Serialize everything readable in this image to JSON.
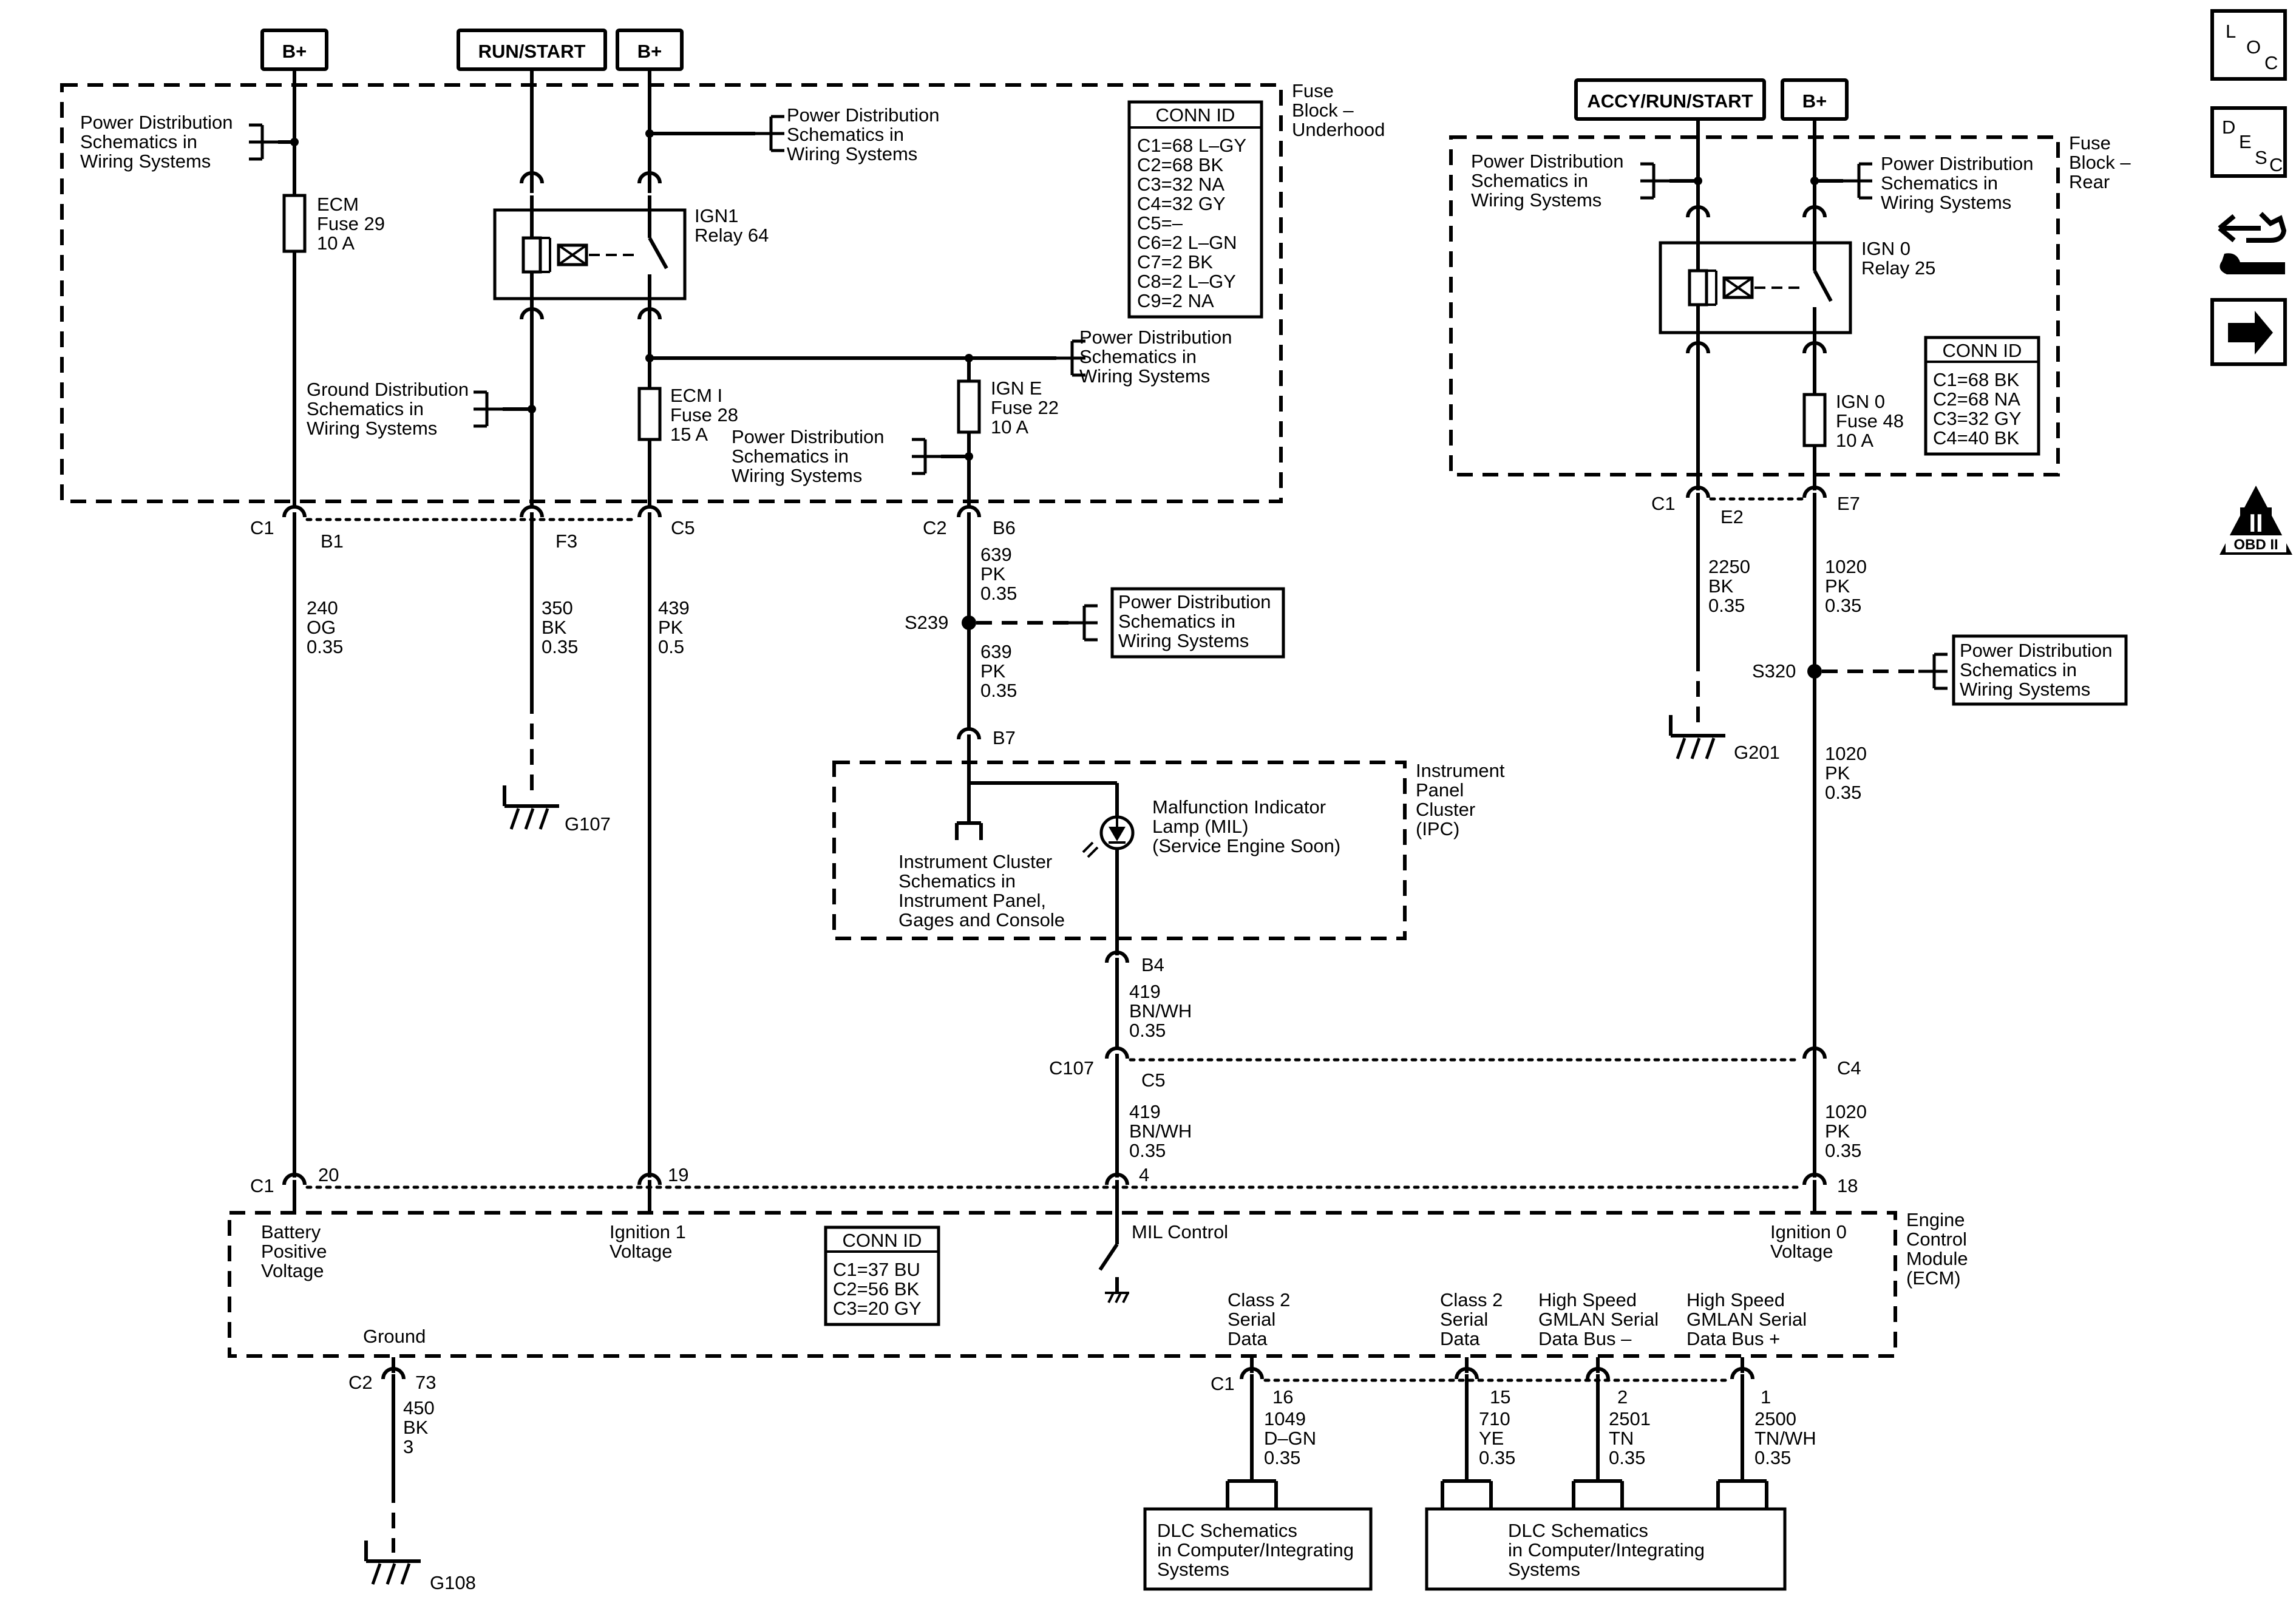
{
  "supplies": {
    "bplus": "B+",
    "run_start": "RUN/START",
    "accy_run_start": "ACCY/RUN/START"
  },
  "blocks": {
    "fuse_underhood": [
      "Fuse",
      "Block –",
      "Underhood"
    ],
    "fuse_rear": [
      "Fuse",
      "Block –",
      "Rear"
    ],
    "ipc": [
      "Instrument",
      "Panel",
      "Cluster",
      "(IPC)"
    ],
    "ecm": [
      "Engine",
      "Control",
      "Module",
      "(ECM)"
    ]
  },
  "refs": {
    "power_dist": [
      "Power Distribution",
      "Schematics in",
      "Wiring  Systems"
    ],
    "ground_dist": [
      "Ground Distribution",
      "Schematics in",
      "Wiring Systems"
    ],
    "ipc_sch": [
      "Instrument Cluster",
      "Schematics in",
      "Instrument Panel,",
      "Gages and Console"
    ],
    "dlc": [
      "DLC Schematics",
      "in Computer/Integrating",
      "Systems"
    ]
  },
  "components": {
    "ecm_fuse": [
      "ECM",
      "Fuse 29",
      "10 A"
    ],
    "ign1_relay": [
      "IGN1",
      "Relay 64"
    ],
    "ecm_i_fuse": [
      "ECM I",
      "Fuse 28",
      "15 A"
    ],
    "ign_e_fuse": [
      "IGN E",
      "Fuse 22",
      "10 A"
    ],
    "ign0_relay": [
      "IGN 0",
      "Relay 25"
    ],
    "ign0_fuse": [
      "IGN 0",
      "Fuse 48",
      "10 A"
    ],
    "mil": [
      "Malfunction Indicator",
      "Lamp (MIL)",
      "(Service Engine Soon)"
    ]
  },
  "conn_ids": {
    "title": "CONN ID",
    "underhood": [
      "C1=68 L–GY",
      "C2=68 BK",
      "C3=32 NA",
      "C4=32 GY",
      "C5=–",
      "C6=2 L–GN",
      "C7=2 BK",
      "C8=2 L–GY",
      "C9=2 NA"
    ],
    "rear": [
      "C1=68 BK",
      "C2=68 NA",
      "C3=32 GY",
      "C4=40 BK"
    ],
    "ecm": [
      "C1=37 BU",
      "C2=56 BK",
      "C3=20 GY"
    ]
  },
  "connectors": {
    "c1": "C1",
    "c2": "C2",
    "c5": "C5",
    "c4": "C4",
    "c107": "C107",
    "b1": "B1",
    "f3": "F3",
    "b6": "B6",
    "b7": "B7",
    "b4": "B4",
    "e2": "E2",
    "e7": "E7",
    "p20": "20",
    "p19": "19",
    "p4": "4",
    "p18": "18",
    "p73": "73",
    "p16": "16",
    "p15": "15",
    "p2": "2",
    "p1": "1"
  },
  "splices": {
    "s239": "S239",
    "s320": "S320"
  },
  "grounds": {
    "g107": "G107",
    "g108": "G108",
    "g201": "G201"
  },
  "wires": {
    "w240": [
      "240",
      "OG",
      "0.35"
    ],
    "w350": [
      "350",
      "BK",
      "0.35"
    ],
    "w439": [
      "439",
      "PK",
      "0.5"
    ],
    "w639a": [
      "639",
      "PK",
      "0.35"
    ],
    "w639b": [
      "639",
      "PK",
      "0.35"
    ],
    "w419a": [
      "419",
      "BN/WH",
      "0.35"
    ],
    "w419b": [
      "419",
      "BN/WH",
      "0.35"
    ],
    "w2250": [
      "2250",
      "BK",
      "0.35"
    ],
    "w1020a": [
      "1020",
      "PK",
      "0.35"
    ],
    "w1020b": [
      "1020",
      "PK",
      "0.35"
    ],
    "w1020c": [
      "1020",
      "PK",
      "0.35"
    ],
    "w450": [
      "450",
      "BK",
      "3"
    ],
    "w1049": [
      "1049",
      "D–GN",
      "0.35"
    ],
    "w710": [
      "710",
      "YE",
      "0.35"
    ],
    "w2501": [
      "2501",
      "TN",
      "0.35"
    ],
    "w2500": [
      "2500",
      "TN/WH",
      "0.35"
    ]
  },
  "ecm_pins": {
    "battery_positive": [
      "Battery",
      "Positive",
      "Voltage"
    ],
    "ignition1": [
      "Ignition 1",
      "Voltage"
    ],
    "mil_control": "MIL Control",
    "ignition0": [
      "Ignition 0",
      "Voltage"
    ],
    "ground": "Ground",
    "class2a": [
      "Class 2",
      "Serial",
      "Data"
    ],
    "class2b": [
      "Class 2",
      "Serial",
      "Data"
    ],
    "gmlan_minus": [
      "High Speed",
      "GMLAN Serial",
      "Data Bus –"
    ],
    "gmlan_plus": [
      "High Speed",
      "GMLAN Serial",
      "Data Bus +"
    ]
  },
  "nav_icons": {
    "loc": [
      "L",
      "O",
      "C"
    ],
    "desc": [
      "D",
      "E",
      "S",
      "C"
    ],
    "obd": "OBD II",
    "obd_numeral": "II"
  }
}
